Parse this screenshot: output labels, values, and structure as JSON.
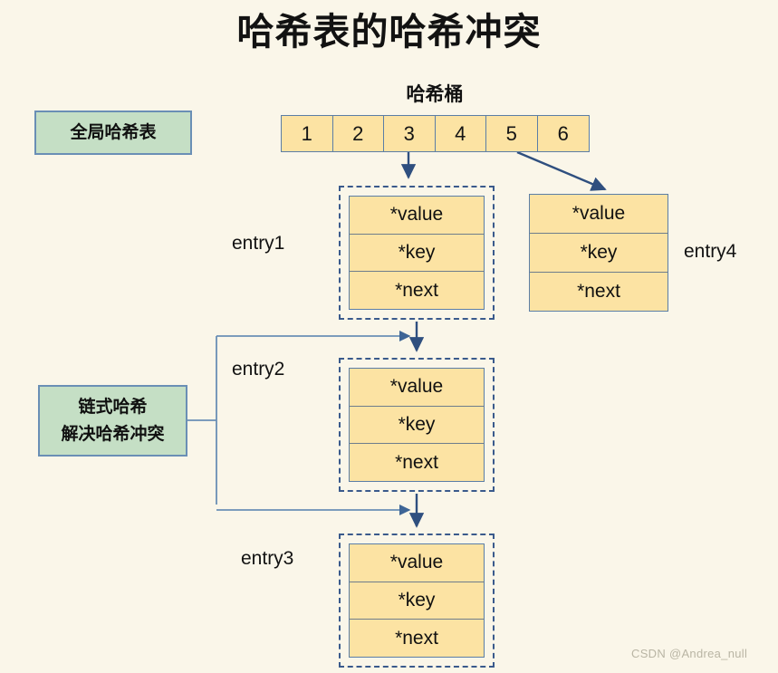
{
  "title": "哈希表的哈希冲突",
  "colors": {
    "background": "#faf6e9",
    "cell_fill": "#fce3a3",
    "green_fill": "#c5dfc5",
    "border_blue": "#5b7ea6",
    "arrow_blue": "#2f4f7f",
    "dashed_blue": "#3a5a8c"
  },
  "bucket": {
    "caption": "哈希桶",
    "cells": [
      "1",
      "2",
      "3",
      "4",
      "5",
      "6"
    ]
  },
  "legend": {
    "global_table": "全局哈希表",
    "chaining_line1": "链式哈希",
    "chaining_line2": "解决哈希冲突"
  },
  "entry_fields": {
    "value": "*value",
    "key": "*key",
    "next": "*next"
  },
  "entries": [
    {
      "id": "entry1",
      "label": "entry1",
      "dashed": true,
      "label_side": "left",
      "rows": [
        "*value",
        "*key",
        "*next"
      ]
    },
    {
      "id": "entry2",
      "label": "entry2",
      "dashed": true,
      "label_side": "left",
      "rows": [
        "*value",
        "*key",
        "*next"
      ]
    },
    {
      "id": "entry3",
      "label": "entry3",
      "dashed": true,
      "label_side": "left",
      "rows": [
        "*value",
        "*key",
        "*next"
      ]
    },
    {
      "id": "entry4",
      "label": "entry4",
      "dashed": false,
      "label_side": "right",
      "rows": [
        "*value",
        "*key",
        "*next"
      ]
    }
  ],
  "connections": [
    {
      "from": "bucket-cell-3",
      "to": "entry1",
      "style": "straight-down"
    },
    {
      "from": "bucket-cell-5",
      "to": "entry4",
      "style": "diagonal"
    },
    {
      "from": "entry1",
      "to": "entry2",
      "style": "straight-down"
    },
    {
      "from": "entry2",
      "to": "entry3",
      "style": "straight-down"
    },
    {
      "from": "chaining-box",
      "to": "entry2",
      "style": "elbow"
    },
    {
      "from": "chaining-box",
      "to": "entry3",
      "style": "elbow"
    }
  ],
  "watermark": "CSDN @Andrea_null"
}
